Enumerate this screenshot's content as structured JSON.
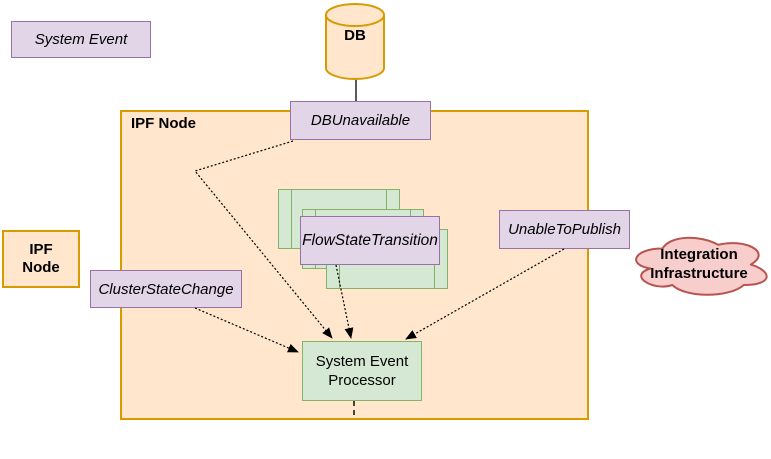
{
  "legend": {
    "system_event": "System Event",
    "ipf_node_lines": [
      "IPF",
      "Node"
    ]
  },
  "database": {
    "label": "DB"
  },
  "ipf_container": {
    "label": "IPF Node"
  },
  "event_boxes": {
    "db_unavailable": "DBUnavailable",
    "flow_state_transition": "FlowStateTransition",
    "cluster_state_change": "ClusterStateChange",
    "unable_to_publish": "UnableToPublish"
  },
  "processor": {
    "label_lines": [
      "System Event",
      "Processor"
    ]
  },
  "integration_cloud": {
    "label_lines": [
      "Integration",
      "Infrastructure"
    ]
  },
  "colors": {
    "orange_fill": "#FFE6CC",
    "orange_stroke": "#D79B00",
    "purple_fill": "#E1D5E7",
    "purple_stroke": "#9673A6",
    "green_fill": "#D5E8D4",
    "green_stroke": "#82B366",
    "cloud_fill": "#F8CECC",
    "cloud_stroke": "#B85450",
    "connector": "#000000"
  }
}
